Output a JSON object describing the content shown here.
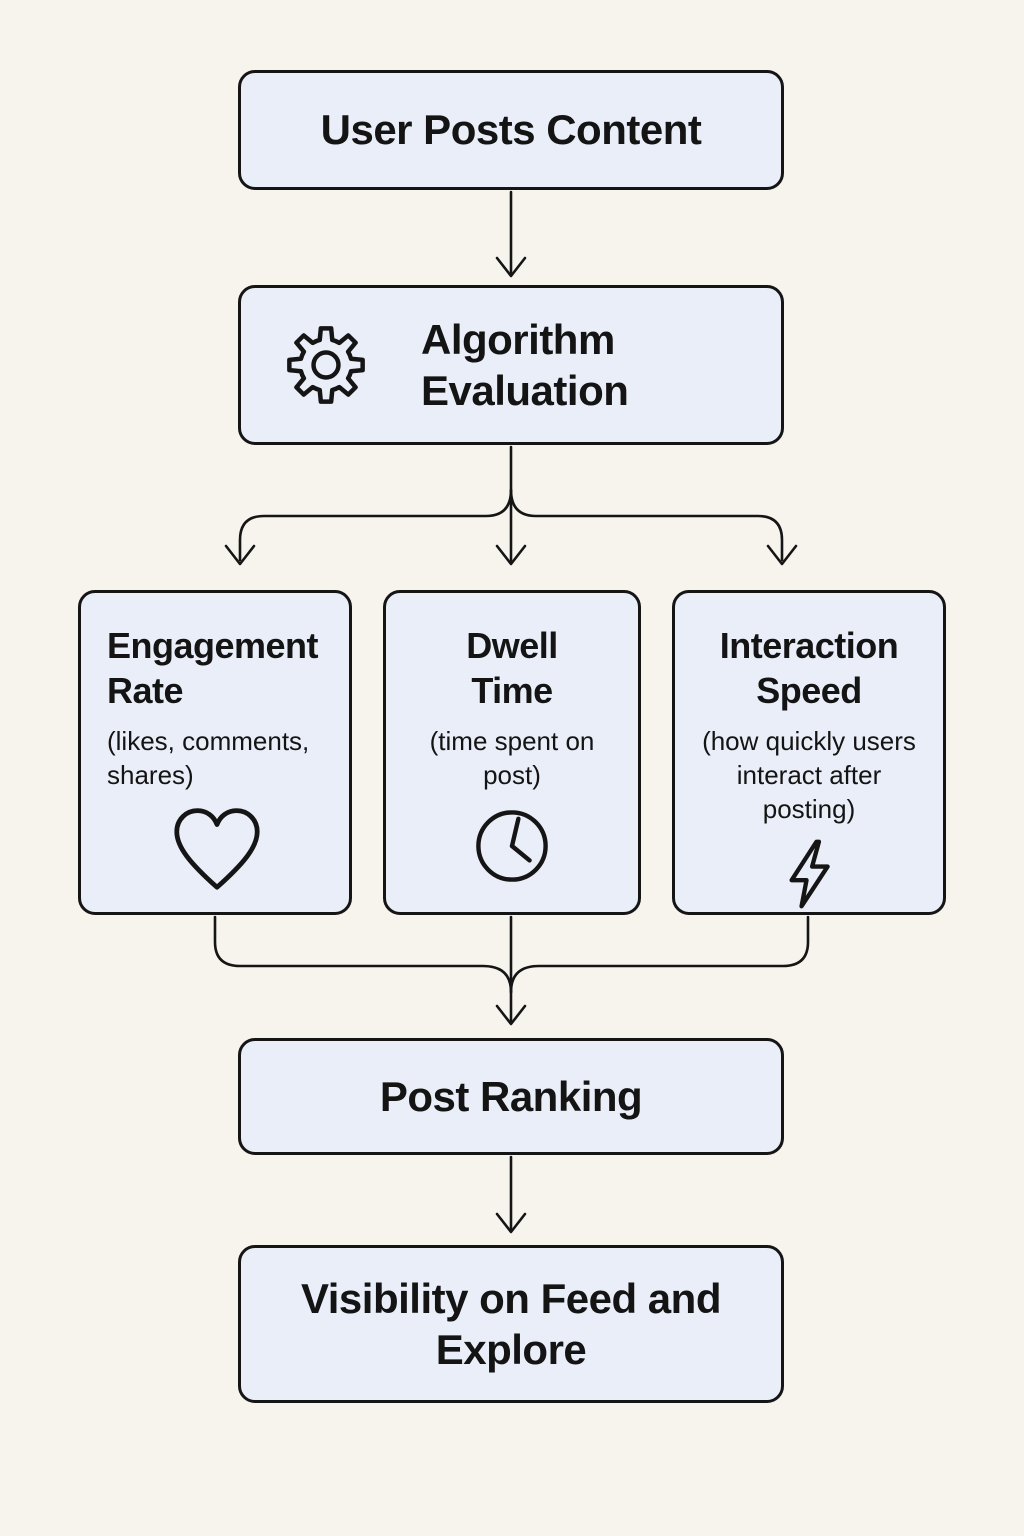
{
  "canvas": {
    "background_color": "#f7f4ee",
    "node_fill_color": "#e9eef8",
    "stroke_color": "#151515",
    "text_color": "#141414"
  },
  "nodes": {
    "user_posts": {
      "label": "User Posts Content"
    },
    "algorithm": {
      "label": "Algorithm Evaluation",
      "icon": "gear-icon"
    },
    "engagement": {
      "title": "Engagement Rate",
      "subtitle": "(likes, comments, shares)",
      "icon": "heart-icon"
    },
    "dwell": {
      "title": "Dwell Time",
      "subtitle": "(time spent on post)",
      "icon": "clock-icon"
    },
    "interaction": {
      "title": "Interaction Speed",
      "subtitle": "(how quickly users interact after posting)",
      "icon": "lightning-icon"
    },
    "post_ranking": {
      "label": "Post Ranking"
    },
    "visibility": {
      "label": "Visibility on Feed and Explore"
    }
  }
}
